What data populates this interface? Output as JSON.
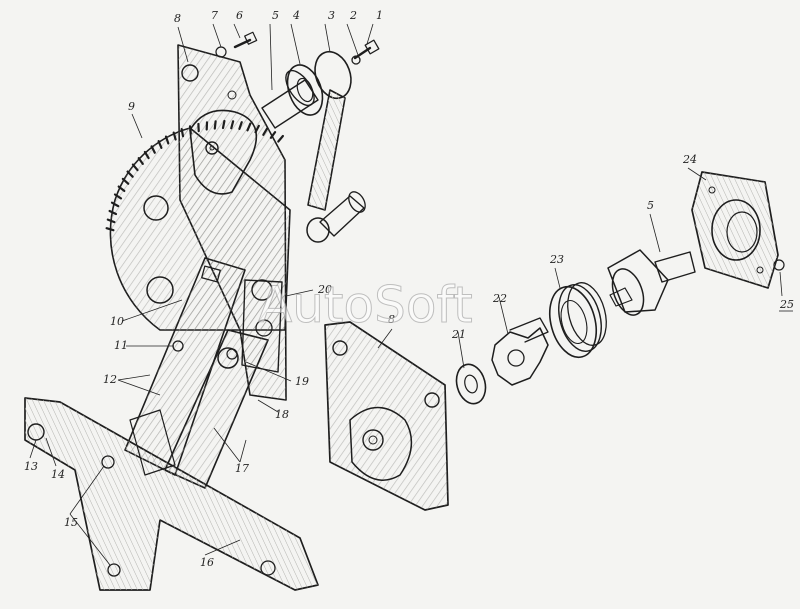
{
  "watermark": "AutoSoft",
  "colors": {
    "ink": "#1e1e1e",
    "paper": "#f4f4f2",
    "shade": "#d6d6d2"
  },
  "callouts": [
    "1",
    "2",
    "3",
    "4",
    "5",
    "6",
    "7",
    "8",
    "9",
    "10",
    "11",
    "12",
    "13",
    "14",
    "15",
    "16",
    "17",
    "18",
    "19",
    "20",
    "21",
    "22",
    "23",
    "24",
    "5",
    "8",
    "25"
  ]
}
